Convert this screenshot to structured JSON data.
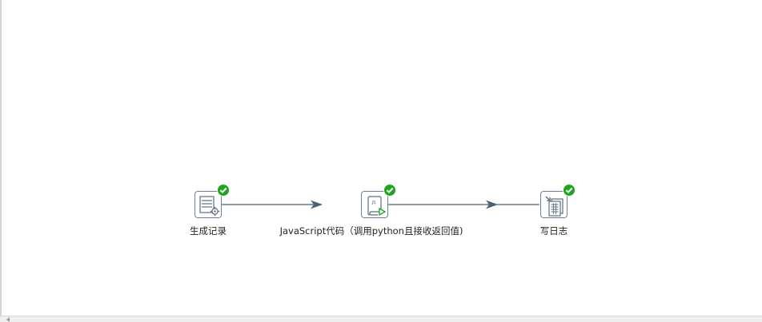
{
  "steps": [
    {
      "label": "生成记录",
      "icon": "generate-rows-icon",
      "status": "success"
    },
    {
      "label": "JavaScript代码（调用python且接收返回值)",
      "icon": "javascript-script-icon",
      "status": "success"
    },
    {
      "label": "写日志",
      "icon": "write-log-icon",
      "status": "success"
    }
  ],
  "colors": {
    "hop": "#4b6178",
    "status_success": "#1ea51e",
    "step_border": "#6c8096"
  }
}
